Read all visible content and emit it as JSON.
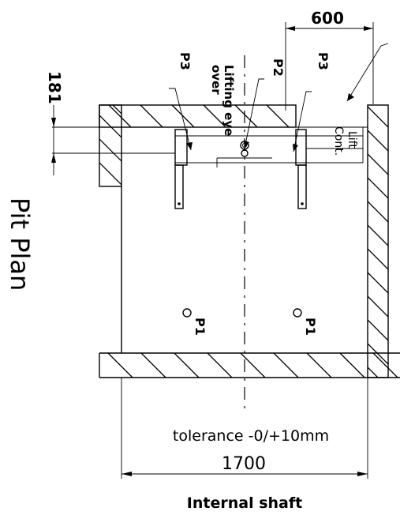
{
  "drawing": {
    "title": "Pit Plan",
    "labels": {
      "p3_left": "P3",
      "p3_right": "P3",
      "p2": "P2",
      "lifting_eye_line1": "Lifting eye",
      "lifting_eye_line2": "over",
      "lift_cont_line1": "Lift",
      "lift_cont_line2": "Cont.",
      "p1_left": "P1",
      "p1_right": "P1"
    },
    "dimensions": {
      "top_width": "600",
      "left_offset": "181",
      "shaft_width": "1700",
      "tolerance": "tolerance -0/+10mm"
    },
    "caption": "Internal shaft"
  }
}
